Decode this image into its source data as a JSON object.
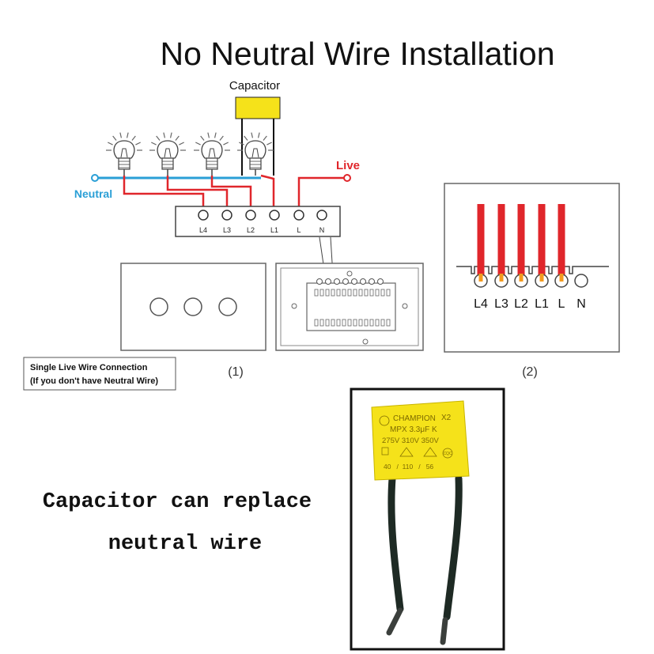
{
  "title": "No Neutral Wire Installation",
  "capacitor_label": "Capacitor",
  "live_label": "Live",
  "neutral_label": "Neutral",
  "terminal_labels": [
    "L4",
    "L3",
    "L2",
    "L1",
    "L",
    "N"
  ],
  "detail_terminal_labels": [
    "L4",
    "L3",
    "L2",
    "L1",
    "L",
    "N"
  ],
  "note_line1": "Single Live Wire Connection",
  "note_line2": "(If you don't have Neutral Wire)",
  "figure1_caption": "(1)",
  "figure2_caption": "(2)",
  "caption_line1": "Capacitor can replace",
  "caption_line2": "neutral wire",
  "capacitor_print": {
    "brand": "CHAMPION",
    "class": "X2",
    "model": "MPX 3.3μF K",
    "ratings": "275V  310V  350V",
    "marks": "CQC",
    "codes": "40   /  110   /   56"
  },
  "colors": {
    "live_wire": "#e0262b",
    "neutral_wire": "#2a9fd6",
    "capacitor_body": "#f5e21a",
    "panel_outline": "#555555"
  }
}
